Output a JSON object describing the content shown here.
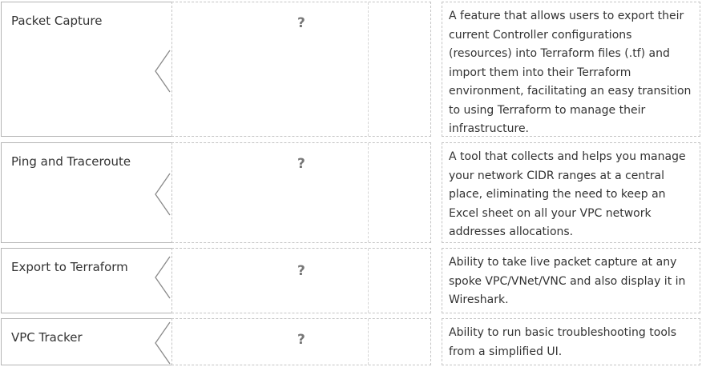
{
  "rows": [
    {
      "term": "Packet Capture",
      "slot": "?",
      "description": "A feature that allows users to export their current Controller configurations (resources) into Terraform files (.tf) and import them into their Terraform environment, facilitating an easy transition to using Terraform to manage their infrastructure."
    },
    {
      "term": "Ping and Traceroute",
      "slot": "?",
      "description": "A tool that collects and helps you manage your network CIDR ranges at a central place, eliminating the need to keep an Excel sheet on all your VPC network addresses allocations."
    },
    {
      "term": "Export to Terraform",
      "slot": "?",
      "description": "Ability to take live packet capture at any spoke VPC/VNet/VNC and also display it in Wireshark."
    },
    {
      "term": "VPC Tracker",
      "slot": "?",
      "description": "Ability to run basic troubleshooting tools from a simplified UI."
    }
  ]
}
